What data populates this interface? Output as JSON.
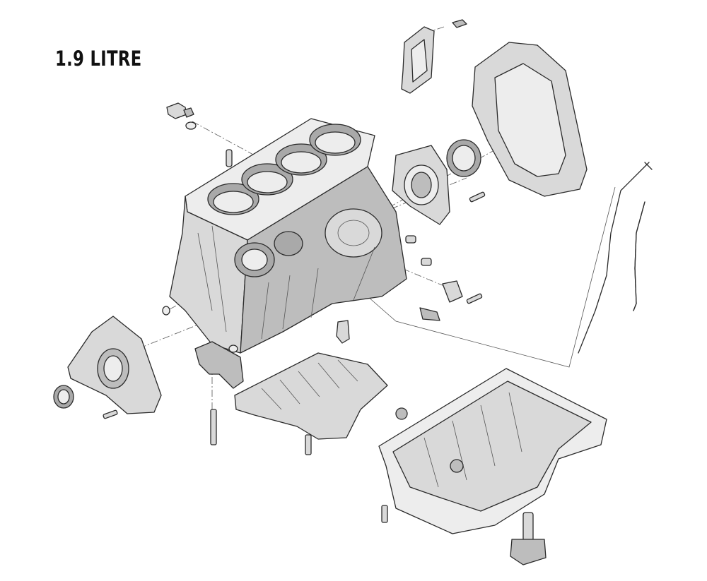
{
  "diagram": {
    "title": "1.9 LITRE",
    "colors": {
      "background": "#ffffff",
      "outline": "#2a2a2a",
      "shade_light": "#d9d9d9",
      "shade_mid": "#bdbdbd",
      "shade_dark": "#a9a9a9"
    },
    "parts": [
      "oil-pressure-switch",
      "cylinder-block",
      "coolant-flange-gasket",
      "flywheel-housing-plate",
      "rear-oil-seal-housing",
      "rear-crankshaft-oil-seal",
      "dipstick",
      "dipstick-guide-tube",
      "front-oil-seal-housing",
      "front-crankshaft-oil-seal",
      "main-bearing-cap",
      "baffle-plate",
      "oil-spray-jet",
      "oil-pan",
      "oil-drain-plug",
      "oil-level-sensor"
    ]
  }
}
